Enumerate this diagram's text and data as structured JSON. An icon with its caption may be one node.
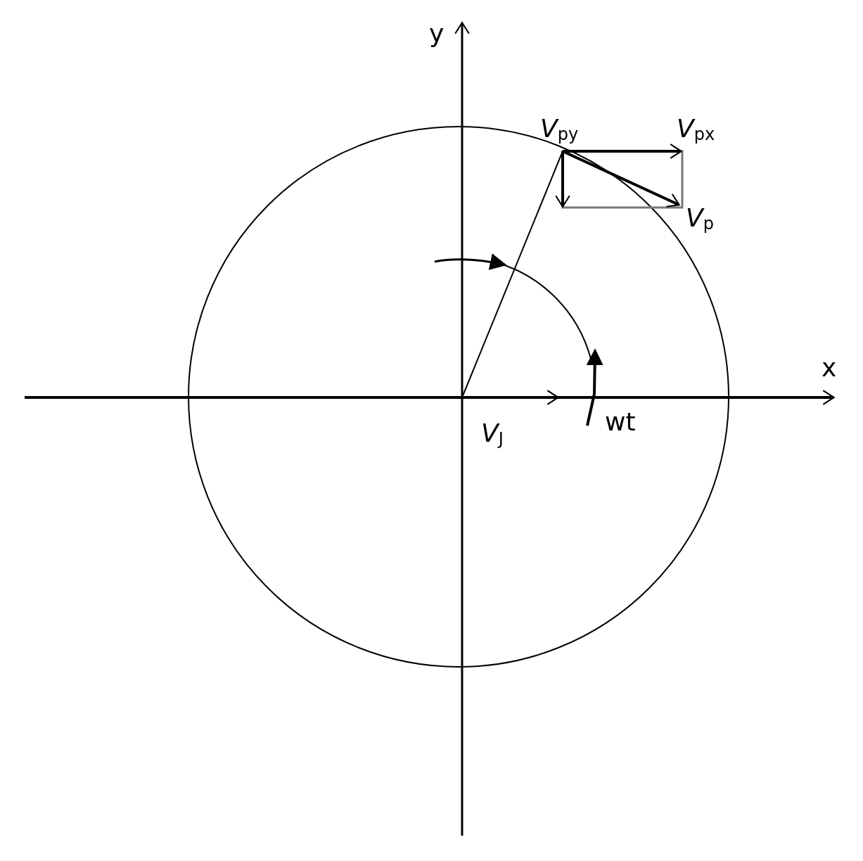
{
  "diagram": {
    "labels": [
      "y",
      "*V*$_{py}$",
      "*V*$_{px}$",
      "*V*$_{p}$",
      "x",
      "*V*$_{J}$",
      "wt"
    ]
  }
}
